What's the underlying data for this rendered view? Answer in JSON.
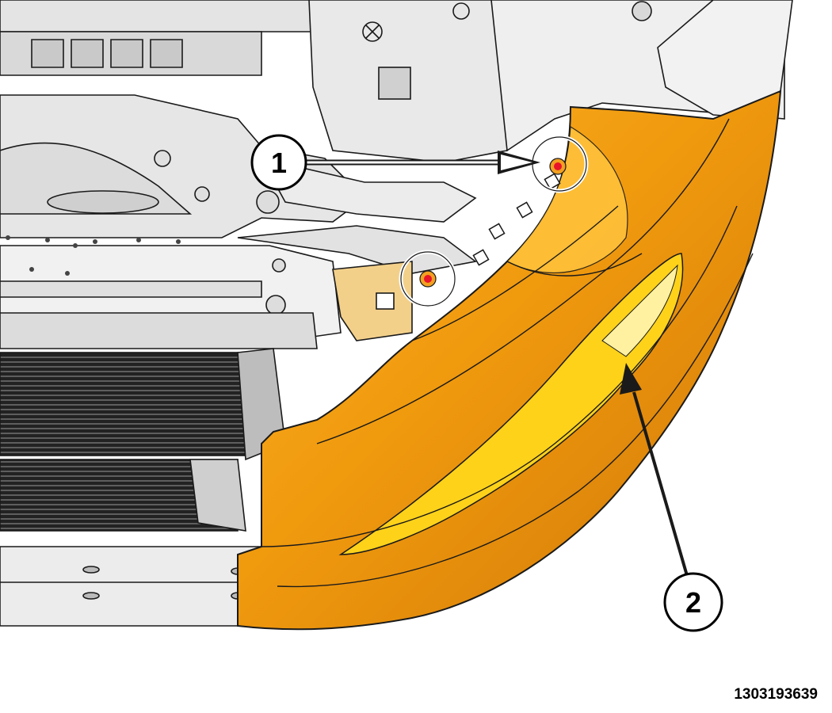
{
  "figure_id": "1303193639",
  "callouts": [
    {
      "number": "1",
      "meaning": "fastener"
    },
    {
      "number": "2",
      "meaning": "fascia"
    }
  ],
  "colors": {
    "fascia_main": "#f09a0e",
    "fascia_highlight": "#ffd21a",
    "fascia_shadow": "#c86a05",
    "fastener": "#e8142a",
    "structure": "#eeeeee",
    "line": "#1a1a1a"
  },
  "icons": [
    "bolt-icon",
    "arrow-icon"
  ]
}
